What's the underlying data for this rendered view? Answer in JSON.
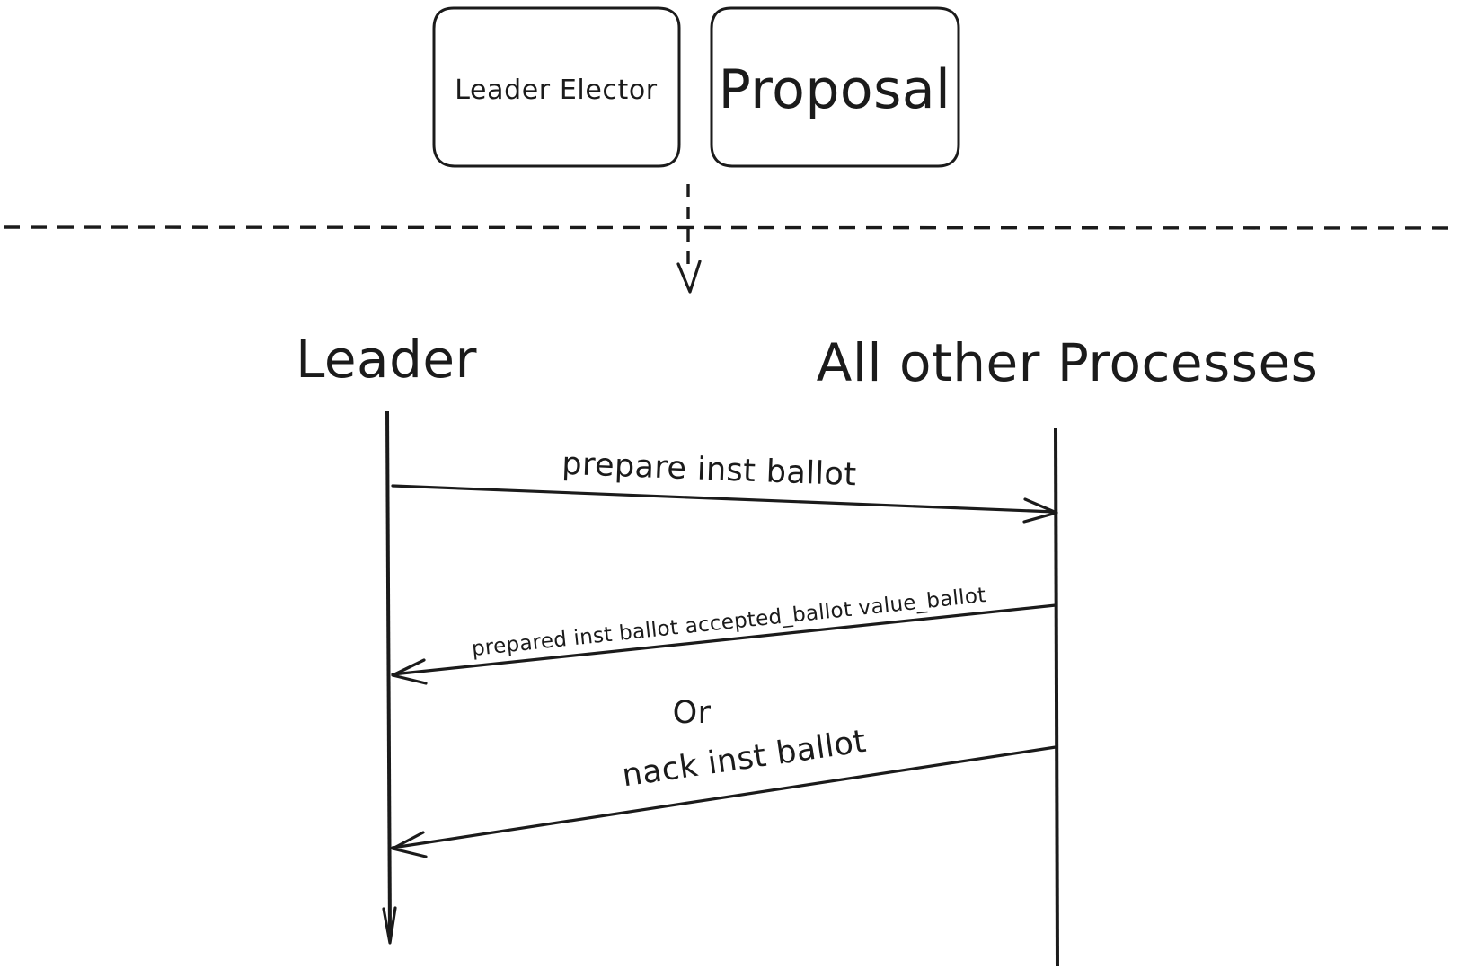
{
  "diagram": {
    "type": "sequence-diagram",
    "title_nodes": [
      {
        "id": "leader-elector",
        "label": "Leader Elector"
      },
      {
        "id": "proposal",
        "label": "Proposal"
      }
    ],
    "divider": {
      "style": "dashed",
      "orientation": "horizontal"
    },
    "drop_arrow": {
      "style": "dashed",
      "direction": "down"
    },
    "actors": [
      {
        "id": "leader",
        "label": "Leader"
      },
      {
        "id": "all-other-processes",
        "label": "All other Processes"
      }
    ],
    "messages": [
      {
        "id": "prepare",
        "label": "prepare inst ballot",
        "from": "leader",
        "to": "all-other-processes",
        "direction": "right"
      },
      {
        "id": "prepared",
        "label": "prepared inst ballot accepted_ballot value_ballot",
        "from": "all-other-processes",
        "to": "leader",
        "direction": "left"
      },
      {
        "id": "nack",
        "label": "nack inst ballot",
        "from": "all-other-processes",
        "to": "leader",
        "direction": "left"
      }
    ],
    "alternative_separator": {
      "id": "or-separator",
      "label": "Or"
    },
    "colors": {
      "ink": "#1b1b1b",
      "background": "#ffffff",
      "box_fill": "#ffffff"
    }
  }
}
